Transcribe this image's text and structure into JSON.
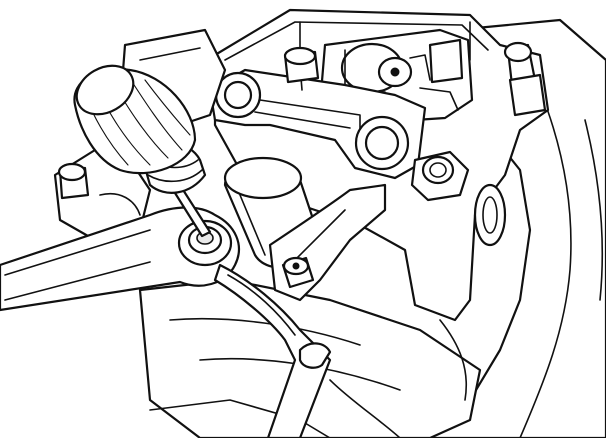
{
  "figure": {
    "subject": "valve-clearance-adjustment",
    "colors": {
      "line": "#111111",
      "background": "#ffffff",
      "shade": "#e9e9e9"
    },
    "parts": [
      {
        "name": "cylinder-head",
        "icon": "engine-head-icon"
      },
      {
        "name": "rocker-arm-shaft-holder",
        "icon": "rocker-holder-icon"
      },
      {
        "name": "rocker-arm",
        "icon": "rocker-arm-icon"
      },
      {
        "name": "camshaft",
        "icon": "cam-icon"
      },
      {
        "name": "adjusting-screw",
        "icon": "screw-icon"
      },
      {
        "name": "screwdriver",
        "icon": "screwdriver-icon"
      },
      {
        "name": "box-end-wrench",
        "icon": "wrench-icon"
      },
      {
        "name": "lock-nut",
        "icon": "hex-nut-icon"
      },
      {
        "name": "hex-bolt",
        "icon": "bolt-icon"
      }
    ]
  }
}
